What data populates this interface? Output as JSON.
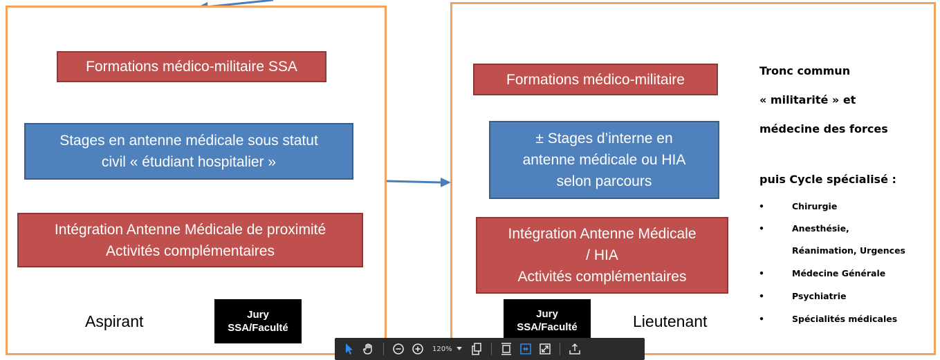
{
  "left_panel": {
    "formations": "Formations médico-militaire SSA",
    "stages": "Stages en antenne médicale sous statut\ncivil « étudiant hospitalier »",
    "integration": "Intégration Antenne Médicale de proximité\nActivités complémentaires",
    "jury": "Jury\nSSA/Faculté",
    "rank": "Aspirant"
  },
  "right_panel": {
    "formations": "Formations médico-militaire",
    "stages": "± Stages d’interne en\nantenne médicale ou HIA\nselon parcours",
    "integration": "Intégration Antenne Médicale\n/ HIA\nActivités complémentaires",
    "jury": "Jury\nSSA/Faculté",
    "rank": "Lieutenant"
  },
  "side_text": {
    "line1": "Tronc commun",
    "line2": "« militarité » et",
    "line3": "médecine des forces",
    "cycle_title": "puis Cycle spécialisé :",
    "bullet": "•",
    "items": [
      "Chirurgie",
      "Anesthésie,",
      "Réanimation, Urgences",
      "Médecine Générale",
      "Psychiatrie",
      "Spécialités médicales"
    ]
  },
  "toolbar": {
    "zoom_value": "120%",
    "icons": [
      "select-arrow-icon",
      "hand-pan-icon",
      "zoom-out-icon",
      "zoom-in-icon",
      "chevron-down-icon",
      "copy-pages-icon",
      "fit-page-icon",
      "fit-width-icon",
      "fullscreen-icon",
      "upload-icon"
    ]
  },
  "colors": {
    "panel_border": "#f0a35e",
    "red_box": "#c0504d",
    "blue_box": "#4f81bd",
    "arrow": "#4a7ebb",
    "toolbar_bg": "#2b2b2b",
    "toolbar_active": "#2d8cf0"
  }
}
